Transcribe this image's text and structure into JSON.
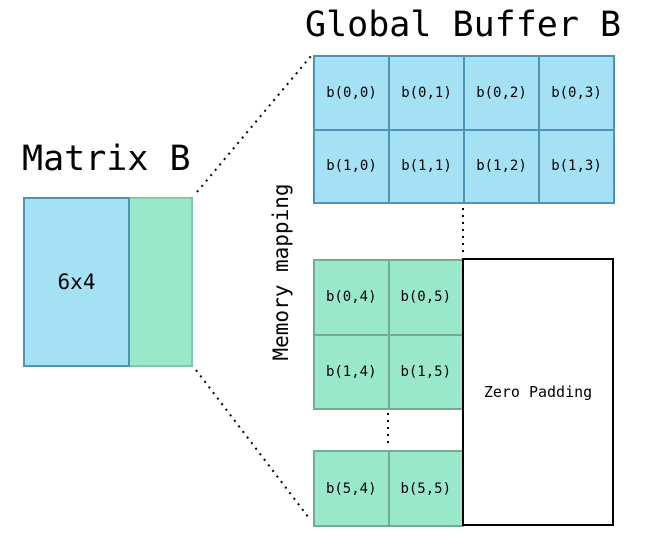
{
  "title": "Global Buffer B",
  "matrix": {
    "label": "Matrix B",
    "size_label": "6x4"
  },
  "memory_mapping_label": "Memory mapping",
  "zero_padding_label": "Zero Padding",
  "blue_grid": {
    "rows": [
      [
        "b(0,0)",
        "b(0,1)",
        "b(0,2)",
        "b(0,3)"
      ],
      [
        "b(1,0)",
        "b(1,1)",
        "b(1,2)",
        "b(1,3)"
      ]
    ]
  },
  "green_grid": {
    "rows": [
      [
        "b(0,4)",
        "b(0,5)"
      ],
      [
        "b(1,4)",
        "b(1,5)"
      ]
    ]
  },
  "green_tail": {
    "rows": [
      [
        "b(5,4)",
        "b(5,5)"
      ]
    ]
  },
  "colors": {
    "blue_fill": "#A4E1F4",
    "blue_border": "#4D94B5",
    "green_fill": "#9AE8CB",
    "green_border": "#73AC91",
    "matrix_green_border": "#7FCBA7",
    "ink": "#000000"
  }
}
